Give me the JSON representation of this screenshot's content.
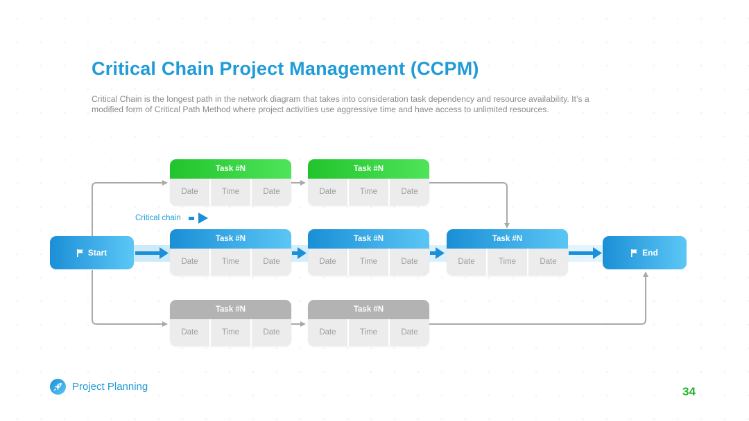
{
  "slide": {
    "title": "Critical Chain Project Management (CCPM)",
    "description": "Critical Chain is the longest path in the network diagram that takes into consideration task dependency and resource availability. It’s a modified form of Critical Path Method where project activities use aggressive time and have access to unlimited resources."
  },
  "nodes": {
    "start": "Start",
    "end": "End"
  },
  "legend": {
    "label": "Critical chain"
  },
  "tasks": {
    "top": [
      {
        "title": "Task #N",
        "cells": [
          "Date",
          "Time",
          "Date"
        ]
      },
      {
        "title": "Task #N",
        "cells": [
          "Date",
          "Time",
          "Date"
        ]
      }
    ],
    "middle": [
      {
        "title": "Task #N",
        "cells": [
          "Date",
          "Time",
          "Date"
        ]
      },
      {
        "title": "Task #N",
        "cells": [
          "Date",
          "Time",
          "Date"
        ]
      },
      {
        "title": "Task #N",
        "cells": [
          "Date",
          "Time",
          "Date"
        ]
      }
    ],
    "bottom": [
      {
        "title": "Task #N",
        "cells": [
          "Date",
          "Time",
          "Date"
        ]
      },
      {
        "title": "Task #N",
        "cells": [
          "Date",
          "Time",
          "Date"
        ]
      }
    ]
  },
  "footer": {
    "label": "Project Planning",
    "page_number": "34"
  },
  "colors": {
    "accent_blue": "#1f9bd7",
    "critical_green": "#21c42c",
    "neutral_gray": "#b3b3b3"
  },
  "icons": {
    "node_icon": "flag-icon",
    "footer_icon": "rocket-icon"
  }
}
